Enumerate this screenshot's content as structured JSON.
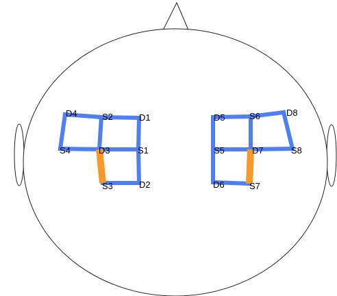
{
  "colors": {
    "channel": "#4f7ff5",
    "highlight": "#f59a2a",
    "outline": "#222222"
  },
  "optodes": {
    "left": {
      "D4": "D4",
      "S2": "S2",
      "D1": "D1",
      "S4": "S4",
      "D3": "D3",
      "S1": "S1",
      "S3": "S3",
      "D2": "D2"
    },
    "right": {
      "D5": "D5",
      "S6": "S6",
      "D8": "D8",
      "S5": "S5",
      "D7": "D7",
      "S8": "S8",
      "D6": "D6",
      "S7": "S7"
    }
  },
  "channels": {
    "left": [
      [
        "D4",
        "S2"
      ],
      [
        "S2",
        "D1"
      ],
      [
        "D4",
        "S4"
      ],
      [
        "S2",
        "D3"
      ],
      [
        "D1",
        "S1"
      ],
      [
        "S4",
        "D3"
      ],
      [
        "D3",
        "S1"
      ],
      [
        "S1",
        "D2"
      ],
      [
        "S3",
        "D2"
      ],
      [
        "D3",
        "S3"
      ]
    ],
    "right": [
      [
        "D5",
        "S6"
      ],
      [
        "S6",
        "D8"
      ],
      [
        "D5",
        "S5"
      ],
      [
        "S6",
        "D7"
      ],
      [
        "D8",
        "S8"
      ],
      [
        "S5",
        "D7"
      ],
      [
        "D7",
        "S8"
      ],
      [
        "S5",
        "D6"
      ],
      [
        "D6",
        "S7"
      ],
      [
        "D7",
        "S7"
      ]
    ]
  },
  "highlighted_channels": [
    [
      "D3",
      "S3"
    ],
    [
      "D7",
      "S7"
    ]
  ]
}
